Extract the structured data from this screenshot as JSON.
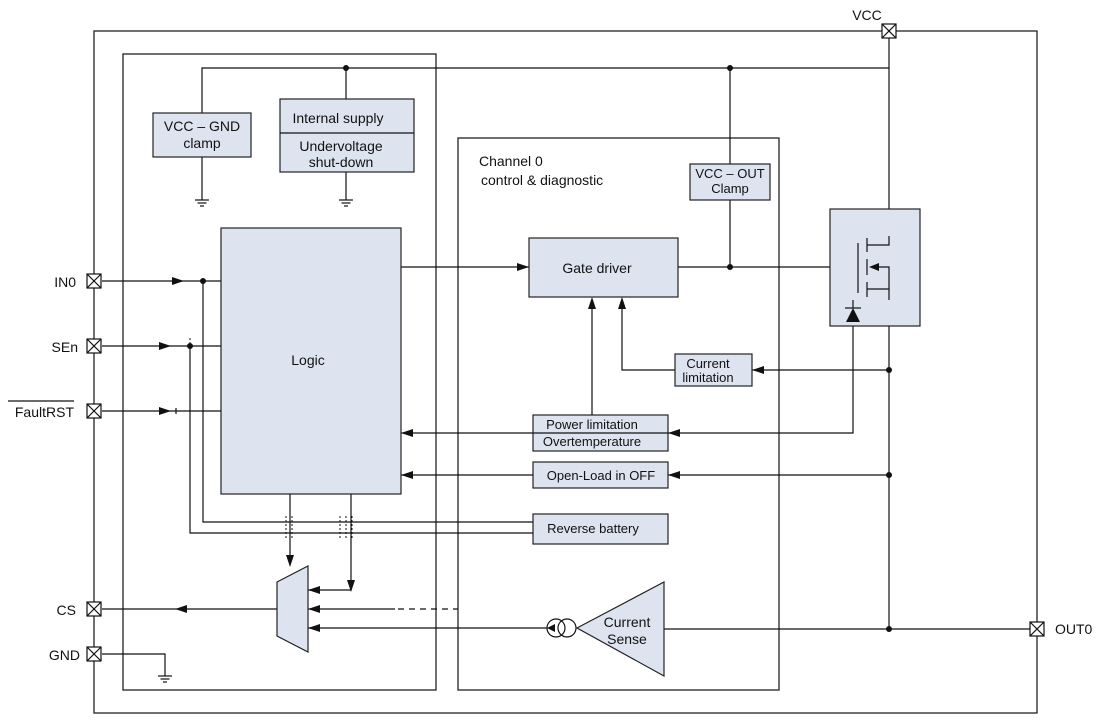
{
  "pins": {
    "vcc": "VCC",
    "in0": "IN0",
    "sen": "SEn",
    "faultrst": "FaultRST",
    "cs": "CS",
    "gnd": "GND",
    "out0": "OUT0"
  },
  "blocks": {
    "vcc_gnd_clamp": [
      "VCC – GND",
      "clamp"
    ],
    "internal_supply": "Internal supply",
    "undervoltage": [
      "Undervoltage",
      "shut-down"
    ],
    "channel": [
      "Channel 0",
      "control & diagnostic"
    ],
    "vcc_out_clamp": [
      "VCC – OUT",
      "Clamp"
    ],
    "gate_driver": "Gate driver",
    "logic": "Logic",
    "current_limitation": [
      "Current",
      "limitation"
    ],
    "power_limitation": "Power limitation",
    "overtemperature": "Overtemperature",
    "open_load": "Open-Load in OFF",
    "reverse_battery": "Reverse battery",
    "current_sense": [
      "Current",
      "Sense"
    ]
  }
}
